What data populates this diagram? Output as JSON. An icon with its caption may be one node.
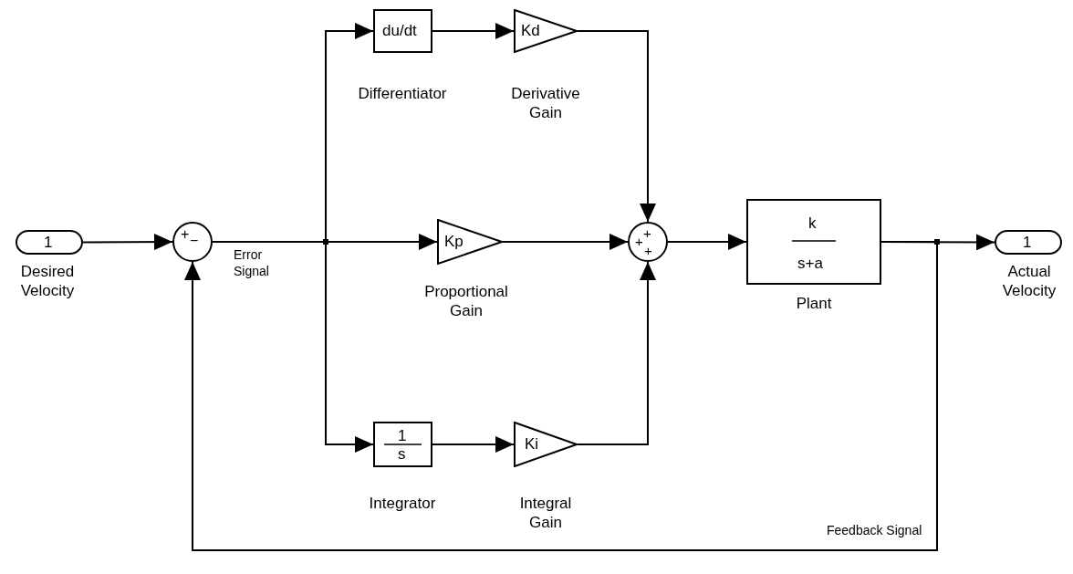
{
  "diagram": {
    "nodes": [
      {
        "text": [
          "1"
        ],
        "beside": [
          "Desired Velocity"
        ]
      },
      {
        "text": [
          "+",
          "−"
        ]
      },
      {
        "text": [
          "du/dt"
        ],
        "beside": [
          "Differentiator"
        ]
      },
      {
        "text": [
          "Kd"
        ],
        "beside": [
          "Derivative Gain"
        ]
      },
      {
        "text": [
          "Kp"
        ],
        "beside": [
          "Proportional Gain"
        ]
      },
      {
        "text": [
          "1",
          "s"
        ],
        "beside": [
          "Integrator"
        ]
      },
      {
        "text": [
          "Ki"
        ],
        "beside": [
          "Integral Gain"
        ]
      },
      {
        "text": [
          "+",
          "+",
          "+"
        ]
      },
      {
        "text": [
          "k",
          "s+a"
        ],
        "beside": [
          "Plant"
        ]
      },
      {
        "text": [
          "1"
        ],
        "beside": [
          "Actual Velocity"
        ]
      }
    ],
    "edges": [
      {
        "from": 0,
        "to": 1,
        "arrow": "to"
      },
      {
        "from": 1,
        "to": 2,
        "arrow": "to"
      },
      {
        "from": 1,
        "to": 4,
        "arrow": "to",
        "label": "Error Signal"
      },
      {
        "from": 1,
        "to": 5,
        "arrow": "to"
      },
      {
        "from": 2,
        "to": 3,
        "arrow": "to"
      },
      {
        "from": 3,
        "to": 7,
        "arrow": "to"
      },
      {
        "from": 4,
        "to": 7,
        "arrow": "to"
      },
      {
        "from": 5,
        "to": 6,
        "arrow": "to"
      },
      {
        "from": 6,
        "to": 7,
        "arrow": "to"
      },
      {
        "from": 7,
        "to": 8,
        "arrow": "to"
      },
      {
        "from": 8,
        "to": 9,
        "arrow": "to"
      },
      {
        "from": 8,
        "to": 1,
        "arrow": "to",
        "label": "Feedback Signal"
      }
    ]
  }
}
